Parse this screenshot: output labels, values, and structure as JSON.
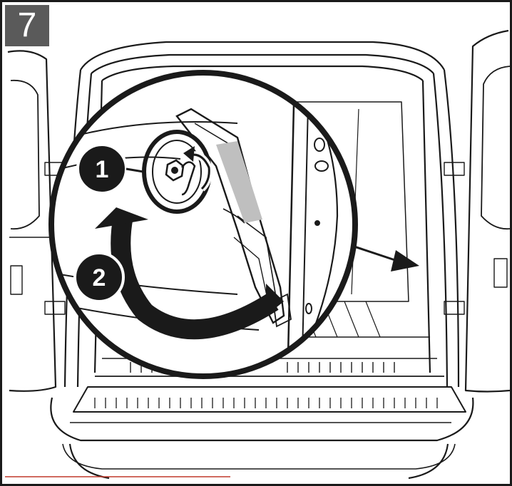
{
  "step": {
    "number": "7"
  },
  "callouts": [
    {
      "label": "1"
    },
    {
      "label": "2"
    }
  ],
  "colors": {
    "badge": "#5a5a5a",
    "line": "#1a1a1a",
    "accent_line": "#c0392b"
  },
  "icons": [
    "cable-reel-icon",
    "rotate-arrow-icon",
    "direction-arrow-icon"
  ]
}
